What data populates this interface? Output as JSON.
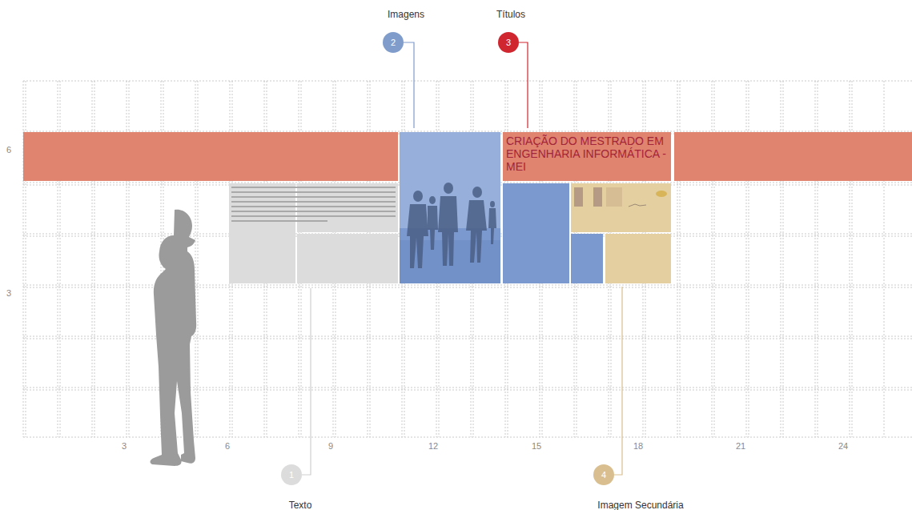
{
  "diagram": {
    "nodes": [
      {
        "text": [
          "Imagens",
          "2"
        ]
      },
      {
        "text": [
          "Títulos",
          "3"
        ]
      },
      {
        "text": [
          "CRIAÇÃO DO MESTRADO EM ENGENHARIA INFORMÁTICA - MEI"
        ]
      },
      {
        "text": [
          "1",
          "Texto"
        ]
      },
      {
        "text": [
          "4",
          "Imagem Secundária"
        ]
      }
    ],
    "edges": [],
    "labels": [
      "3",
      "6",
      "9",
      "12",
      "15",
      "18",
      "21",
      "24",
      "6",
      "3"
    ]
  }
}
